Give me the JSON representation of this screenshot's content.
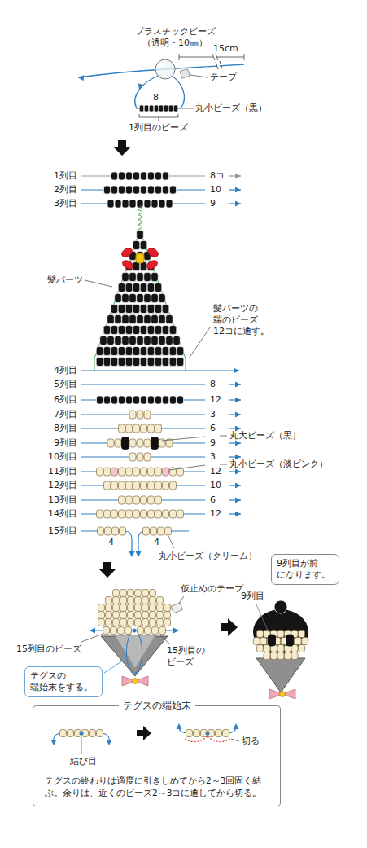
{
  "diagram": {
    "nodes": [
      {
        "text": [
          "9列目が前 になります。"
        ]
      },
      {
        "text": [
          "テグスの 端始末をする。"
        ]
      },
      {
        "text": [
          "テグスの端始末",
          "テグスの終わりは適度に引きしめてから2～3回固く結ぶ。余りは、近くのビーズ2～3コに通してから切る。"
        ]
      }
    ],
    "labels": [
      "プラスチックビーズ （透明・10㎜）",
      "15cm",
      "テープ",
      "8",
      "丸小ビーズ（黒）",
      "1列目のビーズ",
      "1列目",
      "8コ",
      "2列目",
      "10",
      "3列目",
      "9",
      "髪パーツ",
      "髪パーツの 端のビーズ 12コに通す。",
      "4列目",
      "5列目",
      "8",
      "6列目",
      "12",
      "7列目",
      "3",
      "8列目",
      "6",
      "丸大ビーズ（黒）",
      "9列目",
      "9",
      "10列目",
      "3",
      "丸小ビーズ（淡ピンク）",
      "11列目",
      "12",
      "12列目",
      "10",
      "13列目",
      "6",
      "14列目",
      "12",
      "15列目",
      "4",
      "4",
      "丸小ビーズ（クリーム）",
      "仮止めのテープ",
      "9列目",
      "15列目のビーズ",
      "15列目の ビーズ",
      "結び目",
      "切る"
    ]
  }
}
